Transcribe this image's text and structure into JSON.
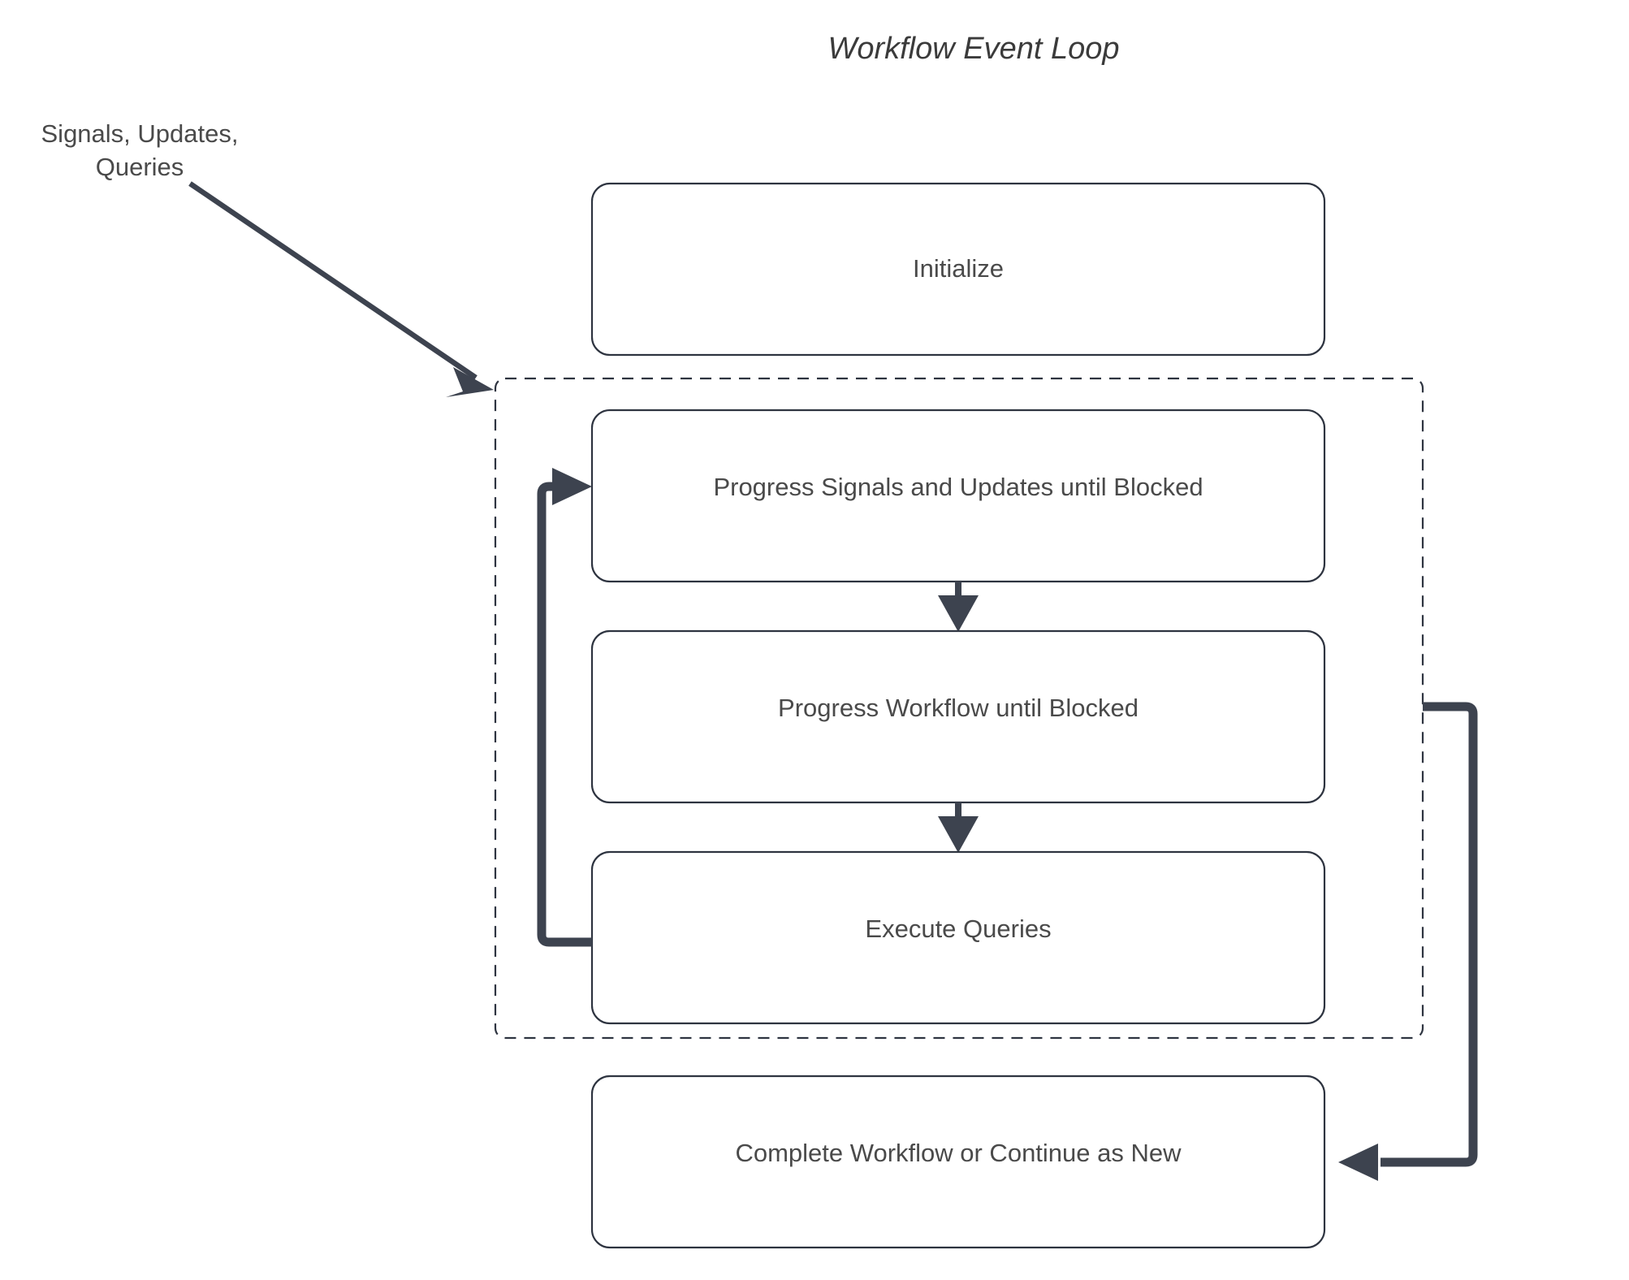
{
  "diagram": {
    "title": "Workflow Event Loop",
    "external_inputs": {
      "label_line1": "Signals, Updates,",
      "label_line2": "Queries"
    },
    "nodes": [
      {
        "id": "initialize",
        "label": "Initialize"
      },
      {
        "id": "progress-signals",
        "label": "Progress Signals and Updates until Blocked"
      },
      {
        "id": "progress-workflow",
        "label": "Progress Workflow until Blocked"
      },
      {
        "id": "execute-queries",
        "label": "Execute Queries"
      },
      {
        "id": "complete-workflow",
        "label": "Complete Workflow or Continue as New"
      }
    ],
    "loop_group": {
      "name": "event-loop-group",
      "style": "dashed"
    },
    "colors": {
      "node_stroke": "#2e3440",
      "node_fill": "#ffffff",
      "connector": "#3d434f",
      "text": "#4a4a4a",
      "background": "#ffffff"
    }
  }
}
